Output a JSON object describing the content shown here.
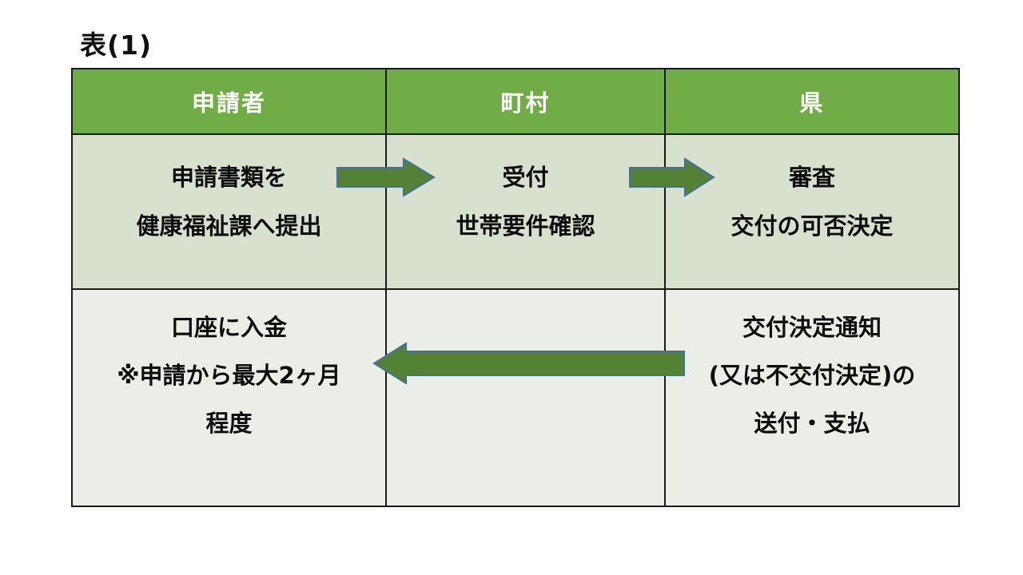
{
  "page": {
    "title": "表(1)"
  },
  "table": {
    "headers": [
      {
        "label": "申請者"
      },
      {
        "label": "町村"
      },
      {
        "label": "県"
      }
    ],
    "rows": [
      {
        "cells": [
          {
            "lines": [
              "申請書類を",
              "健康福祉課へ提出"
            ]
          },
          {
            "lines": [
              "受付",
              "世帯要件確認"
            ]
          },
          {
            "lines": [
              "審査",
              "交付の可否決定"
            ]
          }
        ]
      },
      {
        "cells": [
          {
            "lines": [
              "口座に入金",
              "※申請から最大2ヶ月",
              "程度"
            ]
          },
          {
            "lines": []
          },
          {
            "lines": [
              "交付決定通知",
              "(又は不交付決定)の",
              "送付・支払"
            ]
          }
        ]
      }
    ]
  },
  "arrows": [
    {
      "name": "applicant-to-town-arrow",
      "direction": "right"
    },
    {
      "name": "town-to-prefecture-arrow",
      "direction": "right"
    },
    {
      "name": "prefecture-to-applicant-arrow",
      "direction": "left"
    }
  ],
  "colors": {
    "header_bg": "#70AD47",
    "header_text": "#FFFFFF",
    "row1_bg": "#D8E0CE",
    "row2_bg": "#EAEEE6",
    "arrow_fill": "#548235",
    "arrow_stroke": "#41719C",
    "table_border": "#1A1A1A",
    "body_text": "#0D0D0D"
  }
}
